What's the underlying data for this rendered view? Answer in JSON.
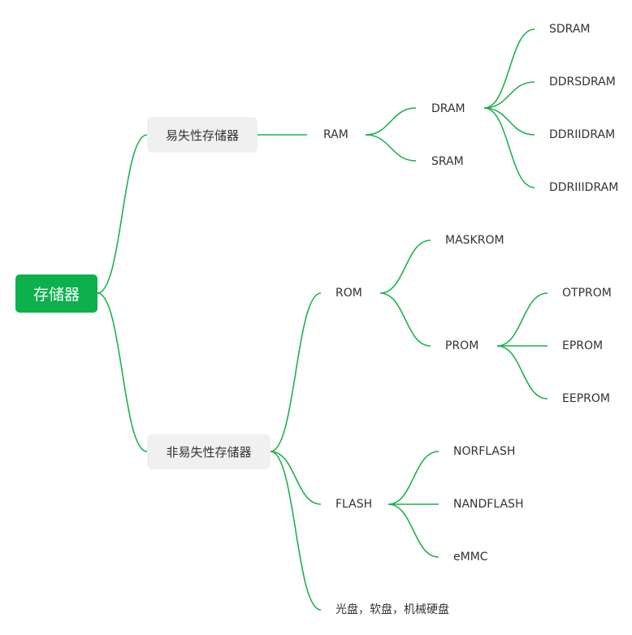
{
  "root": "存储器",
  "volatile": {
    "label": "易失性存储器",
    "ram": {
      "label": "RAM",
      "dram": {
        "label": "DRAM",
        "children": [
          "SDRAM",
          "DDRSDRAM",
          "DDRIIDRAM",
          "DDRIIIDRAM"
        ]
      },
      "sram": "SRAM"
    }
  },
  "nonvolatile": {
    "label": "非易失性存储器",
    "rom": {
      "label": "ROM",
      "maskrom": "MASKROM",
      "prom": {
        "label": "PROM",
        "children": [
          "OTPROM",
          "EPROM",
          "EEPROM"
        ]
      }
    },
    "flash": {
      "label": "FLASH",
      "children": [
        "NORFLASH",
        "NANDFLASH",
        "eMMC"
      ]
    },
    "disk": "光盘，软盘，机械硬盘"
  },
  "colors": {
    "accent": "#0db14b",
    "line": "#1cb24b",
    "box": "#f0f0f0",
    "text": "#333333"
  }
}
